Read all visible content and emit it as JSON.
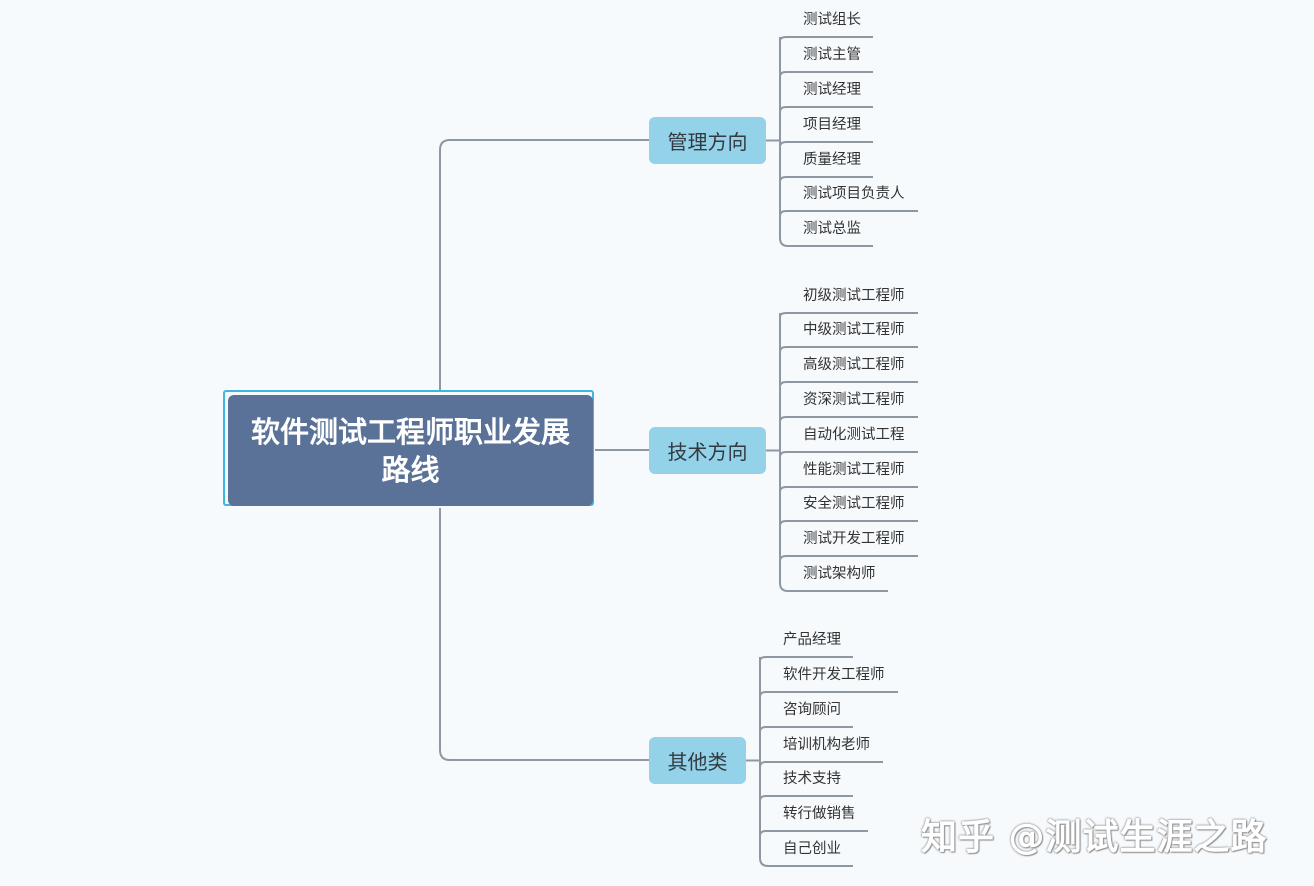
{
  "root": {
    "title": "软件测试工程师职业发展路线"
  },
  "branches": [
    {
      "label": "管理方向",
      "items": [
        "测试组长",
        "测试主管",
        "测试经理",
        "项目经理",
        "质量经理",
        "测试项目负责人",
        "测试总监"
      ]
    },
    {
      "label": "技术方向",
      "items": [
        "初级测试工程师",
        "中级测试工程师",
        "高级测试工程师",
        "资深测试工程师",
        "自动化测试工程",
        "性能测试工程师",
        "安全测试工程师",
        "测试开发工程师",
        "测试架构师"
      ]
    },
    {
      "label": "其他类",
      "items": [
        "产品经理",
        "软件开发工程师",
        "咨询顾问",
        "培训机构老师",
        "技术支持",
        "转行做销售",
        "自己创业"
      ]
    }
  ],
  "watermark": "知乎 @测试生涯之路",
  "colors": {
    "background": "#f6fafd",
    "root_fill": "#5b7298",
    "root_border": "#3fb7dc",
    "branch_fill": "#93d2e8",
    "connector": "#8e98a3"
  }
}
